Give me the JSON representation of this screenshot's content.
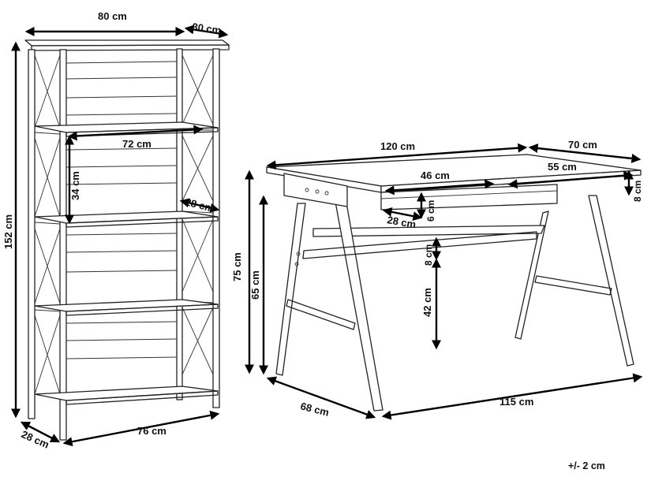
{
  "shelf": {
    "top_width": "80 cm",
    "top_depth": "30 cm",
    "height": "152 cm",
    "shelf_width": "72 cm",
    "shelf_gap": "34 cm",
    "shelf_depth": "28 cm",
    "base_width": "76 cm",
    "base_depth": "28 cm"
  },
  "desk": {
    "width": "120 cm",
    "depth": "70 cm",
    "drawer_width": "46 cm",
    "drawer_depth": "55 cm",
    "top_thickness": "8 cm",
    "drawer_height": "6 cm",
    "drawer_inner_depth": "28 cm",
    "total_height": "75 cm",
    "leg_height": "65 cm",
    "rail_height": "8 cm",
    "clearance": "42 cm",
    "base_depth": "68 cm",
    "base_width": "115 cm"
  },
  "tolerance": "+/- 2 cm"
}
